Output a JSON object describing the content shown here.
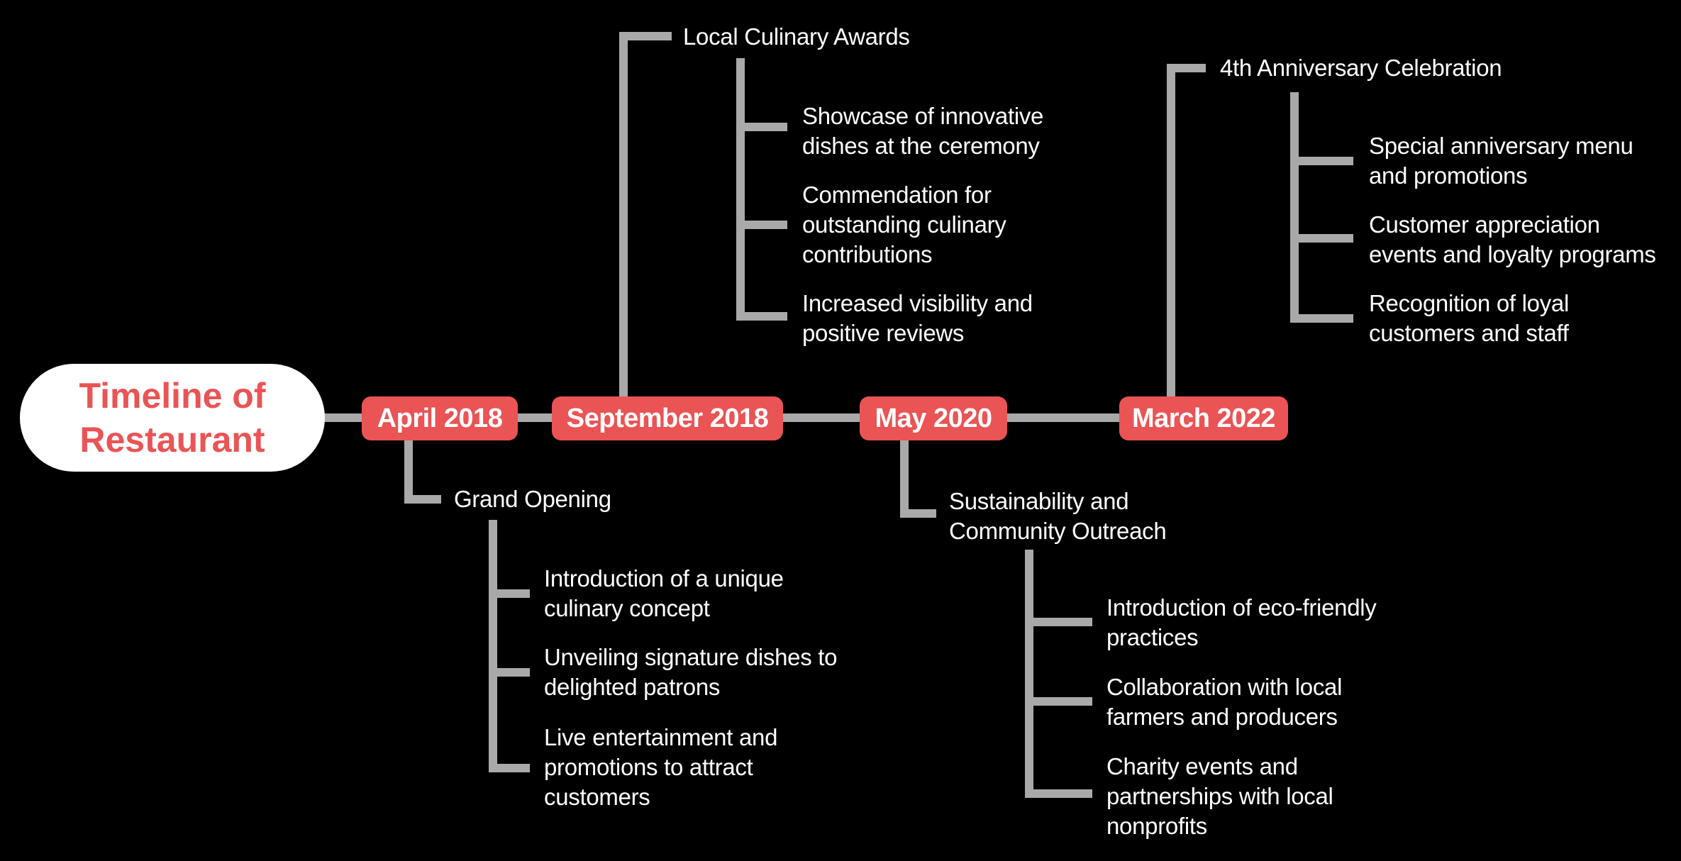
{
  "colors": {
    "background": "#000000",
    "milestone_red": "#EA5455",
    "connector_gray": "#A9A9A9",
    "root_bg": "#FFFFFF",
    "root_text_red": "#EA5455",
    "label_text": "#FFFFFF"
  },
  "root": {
    "text": "Timeline of Restaurant",
    "lines": [
      "Timeline of",
      "Restaurant"
    ]
  },
  "milestones": [
    {
      "date": "April 2018",
      "branch": "down",
      "event": {
        "text": "Grand Opening",
        "lines": [
          "Grand Opening"
        ]
      },
      "details": [
        {
          "text": "Introduction of a unique culinary concept",
          "lines": [
            "Introduction of a unique",
            "culinary concept"
          ]
        },
        {
          "text": "Unveiling signature dishes to delighted patrons",
          "lines": [
            "Unveiling signature dishes to",
            "delighted patrons"
          ]
        },
        {
          "text": "Live entertainment and promotions to attract customers",
          "lines": [
            "Live entertainment and",
            "promotions to attract",
            "customers"
          ]
        }
      ]
    },
    {
      "date": "September 2018",
      "branch": "up",
      "event": {
        "text": "Local Culinary Awards",
        "lines": [
          "Local Culinary Awards"
        ]
      },
      "details": [
        {
          "text": "Showcase of innovative dishes at the ceremony",
          "lines": [
            "Showcase of innovative",
            "dishes at the ceremony"
          ]
        },
        {
          "text": "Commendation for outstanding culinary contributions",
          "lines": [
            "Commendation for",
            "outstanding culinary",
            "contributions"
          ]
        },
        {
          "text": "Increased visibility and positive reviews",
          "lines": [
            "Increased visibility and",
            "positive reviews"
          ]
        }
      ]
    },
    {
      "date": "May 2020",
      "branch": "down",
      "event": {
        "text": "Sustainability and Community Outreach",
        "lines": [
          "Sustainability and",
          "Community Outreach"
        ]
      },
      "details": [
        {
          "text": "Introduction of eco-friendly practices",
          "lines": [
            "Introduction of eco-friendly",
            "practices"
          ]
        },
        {
          "text": "Collaboration with local farmers and producers",
          "lines": [
            "Collaboration with local",
            "farmers and producers"
          ]
        },
        {
          "text": "Charity events and partnerships with local nonprofits",
          "lines": [
            "Charity events and",
            "partnerships with local",
            "nonprofits"
          ]
        }
      ]
    },
    {
      "date": "March 2022",
      "branch": "up",
      "event": {
        "text": "4th Anniversary Celebration",
        "lines": [
          "4th Anniversary Celebration"
        ]
      },
      "details": [
        {
          "text": "Special anniversary menu and promotions",
          "lines": [
            "Special anniversary menu",
            "and promotions"
          ]
        },
        {
          "text": "Customer appreciation events and loyalty programs",
          "lines": [
            "Customer appreciation",
            "events and loyalty programs"
          ]
        },
        {
          "text": "Recognition of loyal customers and staff",
          "lines": [
            "Recognition of loyal",
            "customers and staff"
          ]
        }
      ]
    }
  ]
}
